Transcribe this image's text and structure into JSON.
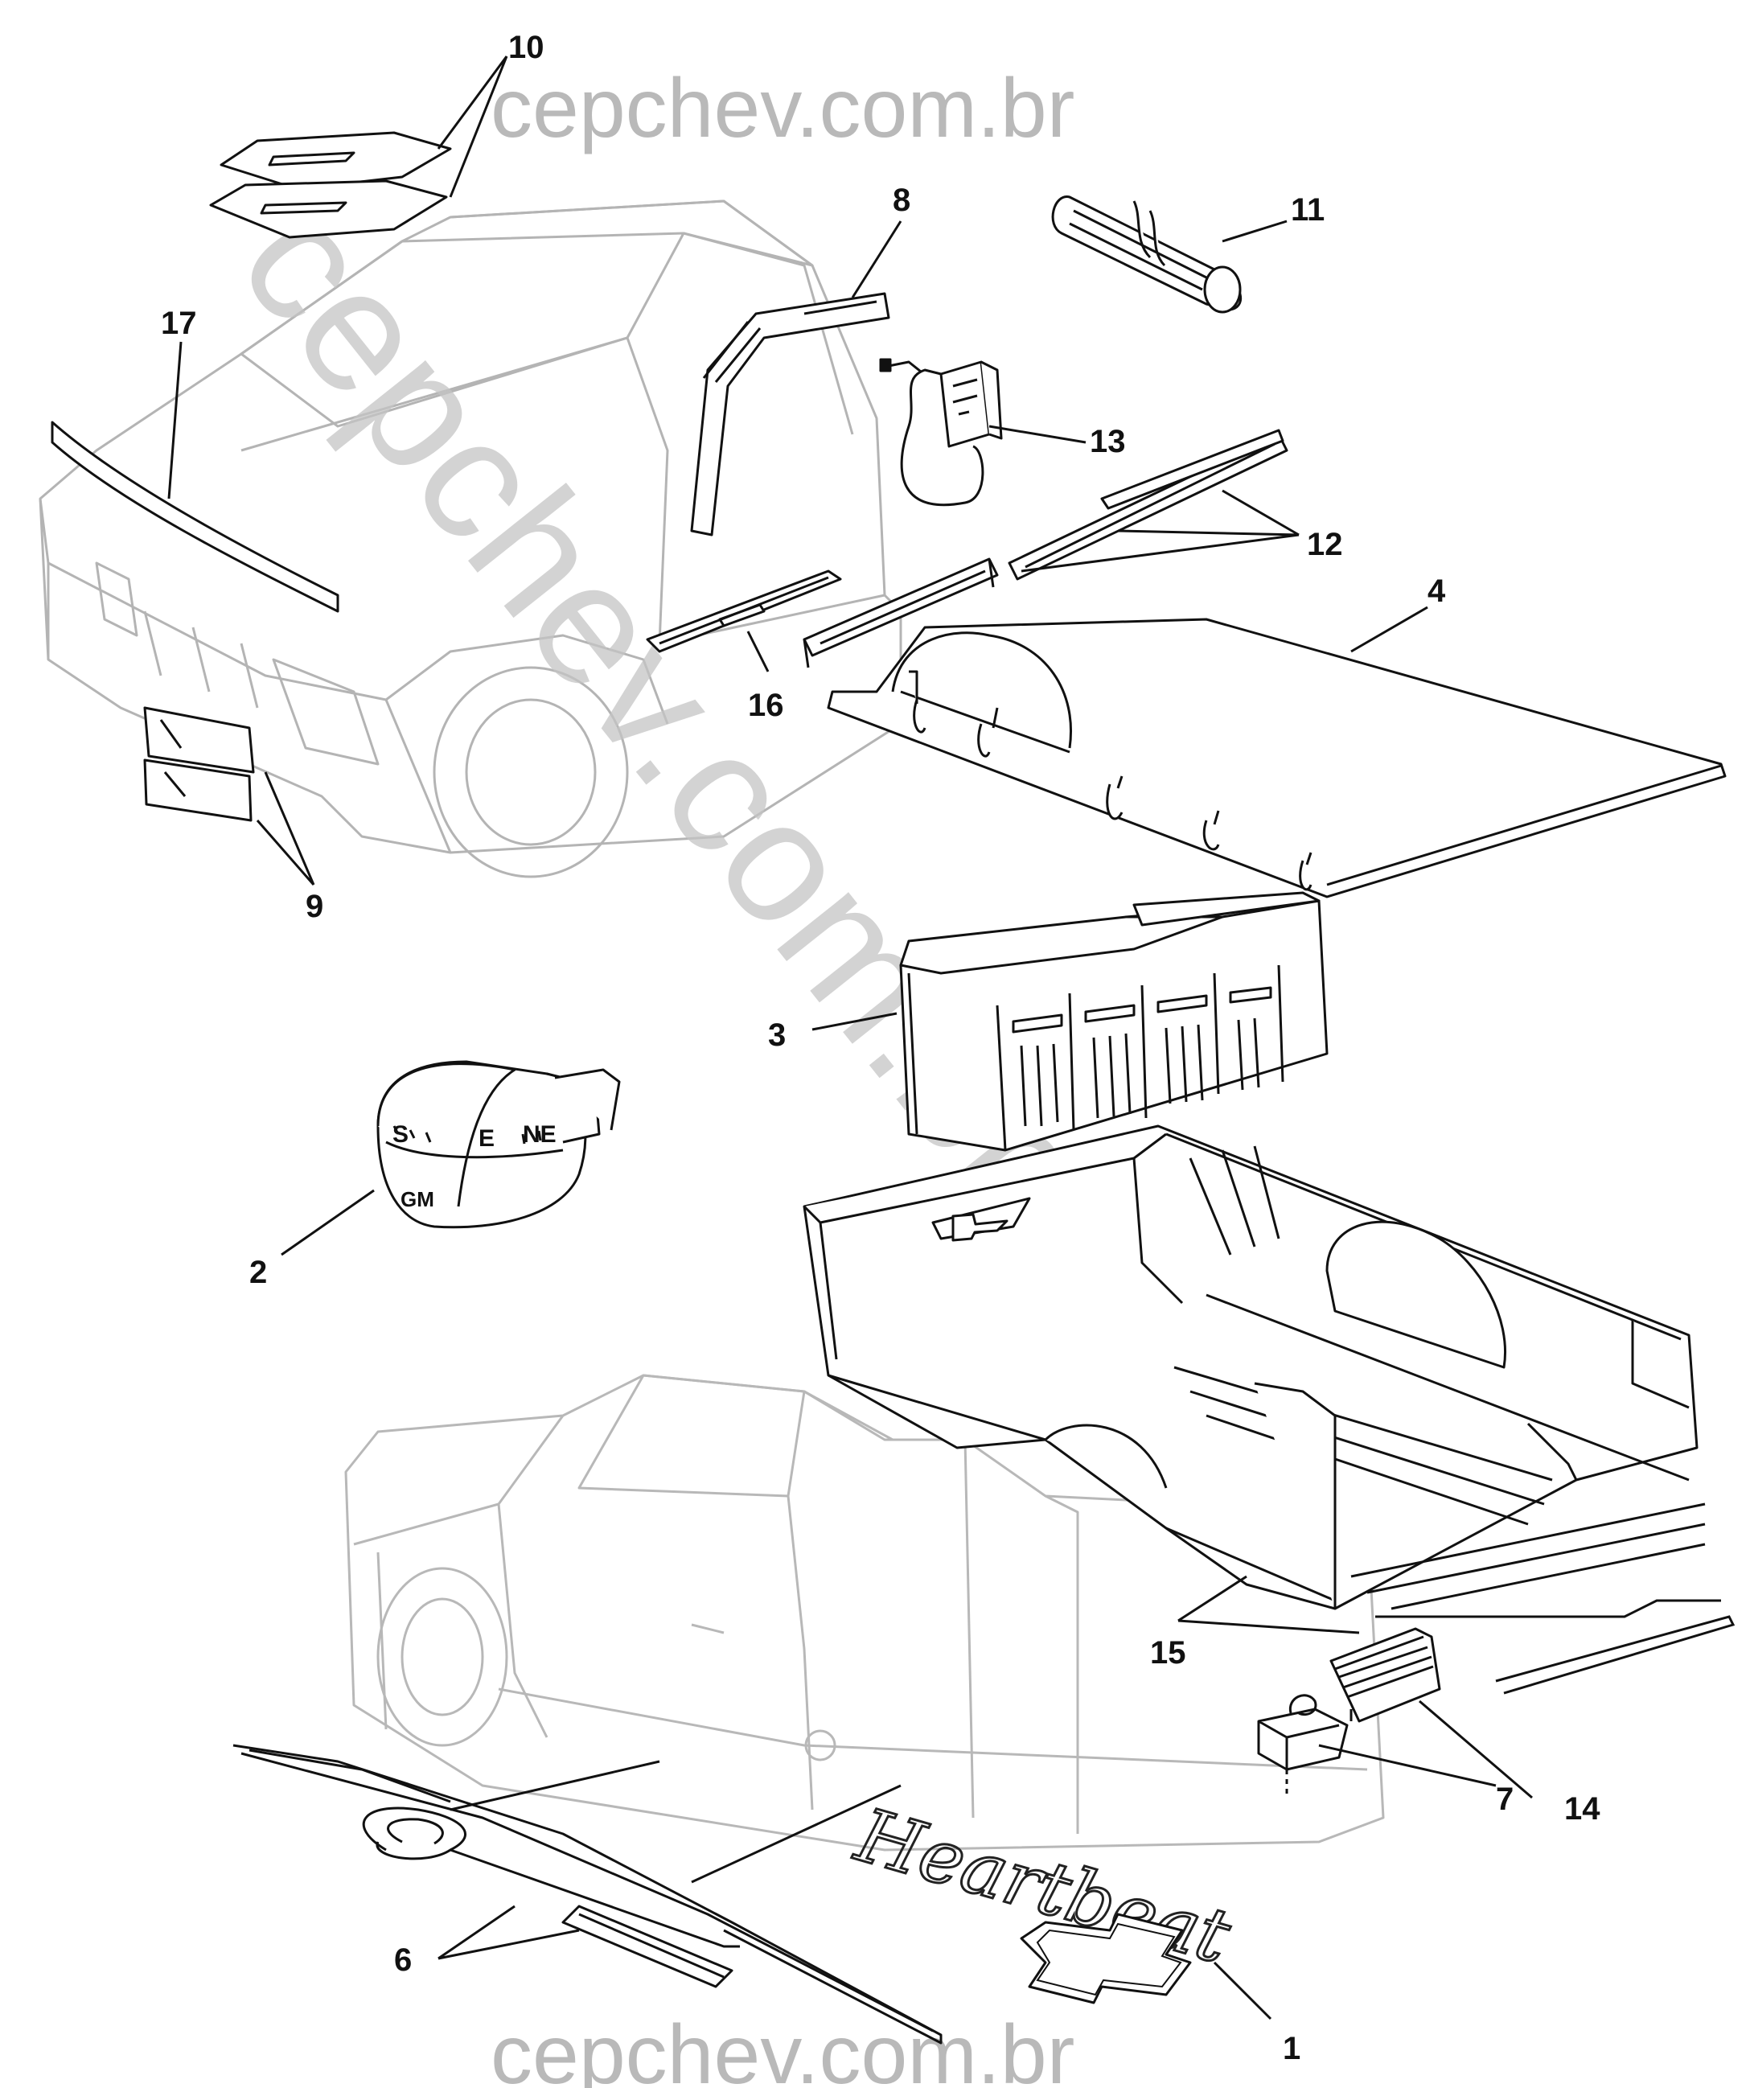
{
  "watermark": {
    "top": "cepchev.com.br",
    "bottom": "cepchev.com.br",
    "diagonal": "cepchev.com.br"
  },
  "callouts": {
    "c1": "1",
    "c2": "2",
    "c3": "3",
    "c4": "4",
    "c6": "6",
    "c7": "7",
    "c8": "8",
    "c9": "9",
    "c10": "10",
    "c11": "11",
    "c12": "12",
    "c13": "13",
    "c14": "14",
    "c15": "15",
    "c16": "16",
    "c17": "17"
  },
  "decal": {
    "script": "Heartbeat"
  },
  "compass": {
    "logo": "GM",
    "letter_s": "S",
    "letter_e": "E",
    "letter_ne": "NE"
  },
  "colors": {
    "line": "#111111",
    "ghost": "#b0b0b0",
    "watermark": "#c4c4c4"
  }
}
